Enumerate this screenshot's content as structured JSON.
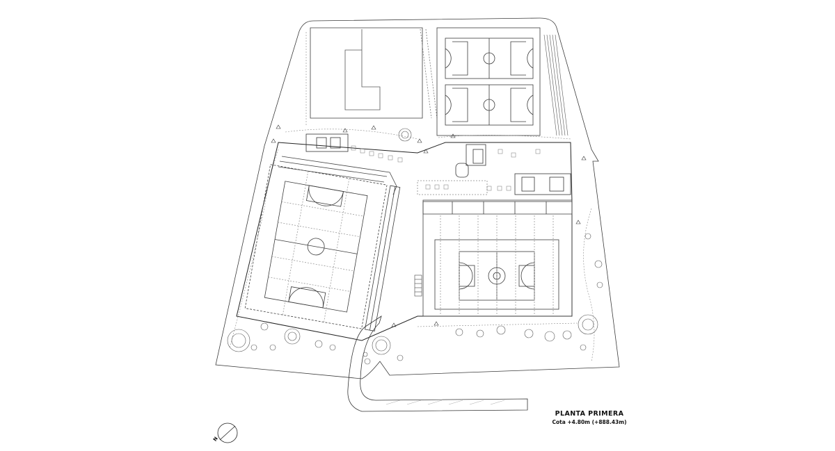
{
  "drawing": {
    "title": "PLANTA PRIMERA",
    "subtitle": "Cota +4.80m (+888.43m)"
  },
  "north_arrow": {
    "label": "N",
    "icon": "north-arrow-icon"
  },
  "colors": {
    "background": "#ffffff",
    "line": "#333333",
    "light_line": "#9a9a9a"
  }
}
